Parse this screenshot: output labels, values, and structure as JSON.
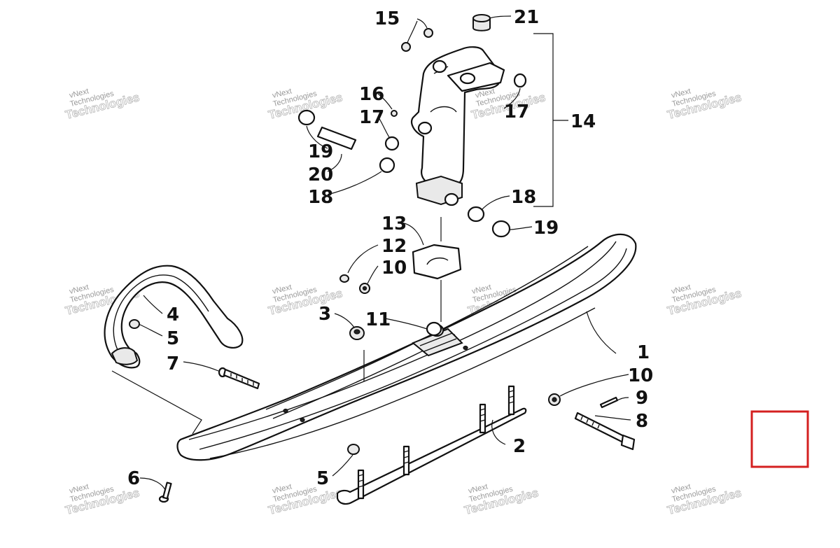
{
  "watermark": {
    "line1": "vNext",
    "line2": "Technologies",
    "line3": "Technologies"
  },
  "callouts": {
    "c1": "1",
    "c2": "2",
    "c3": "3",
    "c4": "4",
    "c5a": "5",
    "c5b": "5",
    "c6": "6",
    "c7": "7",
    "c8": "8",
    "c9": "9",
    "c10a": "10",
    "c10b": "10",
    "c11": "11",
    "c12": "12",
    "c13": "13",
    "c14": "14",
    "c15": "15",
    "c16": "16",
    "c17a": "17",
    "c17b": "17",
    "c18a": "18",
    "c18b": "18",
    "c19a": "19",
    "c19b": "19",
    "c20": "20",
    "c21": "21"
  },
  "colors": {
    "highlight_box": "#d42020",
    "line": "#111111",
    "watermark": "#9a9a9a"
  }
}
